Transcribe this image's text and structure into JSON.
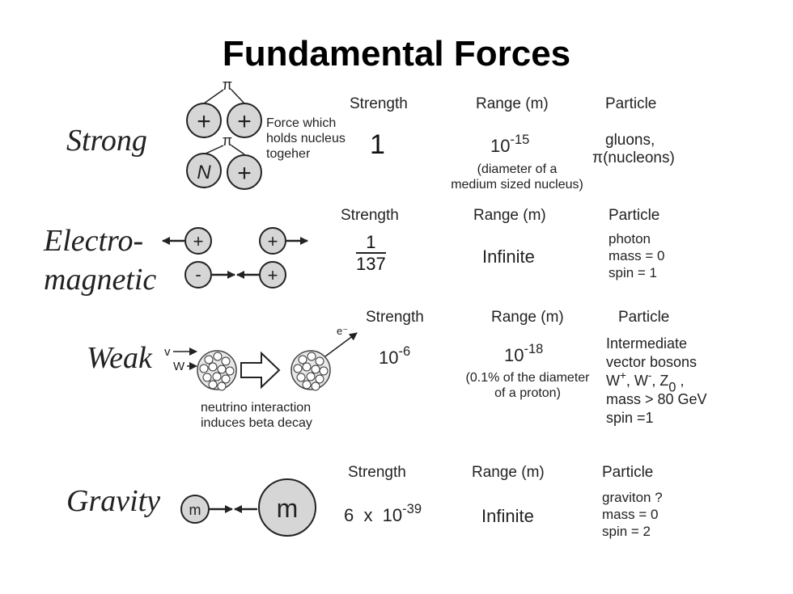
{
  "title": "Fundamental Forces",
  "headers": {
    "strength": "Strength",
    "range": "Range (m)",
    "particle": "Particle"
  },
  "strong": {
    "name": "Strong",
    "diagram": {
      "plus": "+",
      "n": "N",
      "pi": "π"
    },
    "caption": [
      "Force which",
      "holds nucleus",
      "togeher"
    ],
    "strength": "1",
    "range_base": "10",
    "range_exp": "-15",
    "range_note": [
      "(diameter of a",
      "medium sized nucleus)"
    ],
    "particle": [
      "gluons,",
      "π(nucleons)"
    ]
  },
  "em": {
    "name": [
      "Electro-",
      "magnetic"
    ],
    "diagram": {
      "plus": "+",
      "minus": "-"
    },
    "strength_num": "1",
    "strength_den": "137",
    "range": "Infinite",
    "particle": [
      "photon",
      "mass = 0",
      "spin = 1"
    ]
  },
  "weak": {
    "name": "Weak",
    "diagram": {
      "nu": "v",
      "w": "W",
      "e": "e⁻"
    },
    "caption": [
      "neutrino interaction",
      "induces beta decay"
    ],
    "strength_base": "10",
    "strength_exp": "-6",
    "range_base": "10",
    "range_exp": "-18",
    "range_note": [
      "(0.1% of the diameter",
      "of a proton)"
    ],
    "particle": {
      "line1": "Intermediate",
      "line2": "vector bosons",
      "w_plus": "W",
      "w_plus_sup": "+",
      "w_minus": "W",
      "w_minus_sup": "-",
      "z": "Z",
      "z_sub": "0",
      "line4": "mass > 80 GeV",
      "line5": "spin =1"
    }
  },
  "gravity": {
    "name": "Gravity",
    "diagram": {
      "small": "m",
      "large": "m"
    },
    "strength_pre": "6  x  10",
    "strength_exp": "-39",
    "range": "Infinite",
    "particle": [
      "graviton ?",
      "mass = 0",
      "spin = 2"
    ]
  }
}
